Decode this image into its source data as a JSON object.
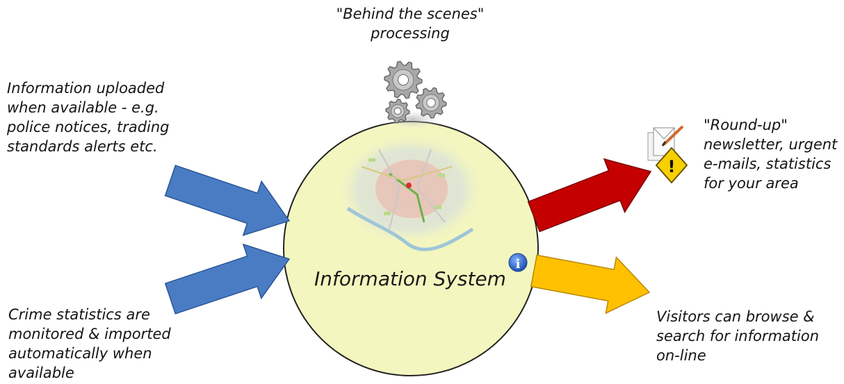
{
  "labels": {
    "behind_scenes": "\"Behind the scenes\"\nprocessing",
    "uploaded": "Information uploaded\nwhen available - e.g.\npolice notices, trading\nstandards  alerts etc.",
    "crime": "Crime statistics are\nmonitored & imported\nautomatically when\navailable",
    "roundup": "\"Round-up\"\nnewsletter, urgent\ne-mails, statistics\nfor your area",
    "visitors": "Visitors can browse &\nsearch for information\non-line",
    "system": "Information System"
  },
  "icons": {
    "gears": "gears-icon",
    "info": "info-icon",
    "info_glyph": "i",
    "email": "email-icon",
    "warning": "warning-icon",
    "warning_glyph": "!",
    "map": "map-icon"
  },
  "colors": {
    "circle_fill": "#f4f6bf",
    "circle_stroke": "#222222",
    "arrow_in": "#4a7cc4",
    "arrow_out_top": "#c40000",
    "arrow_out_bottom": "#ffc000",
    "gear": "#a8a8a8",
    "info": "#2a66c8",
    "warning": "#f7d000"
  }
}
